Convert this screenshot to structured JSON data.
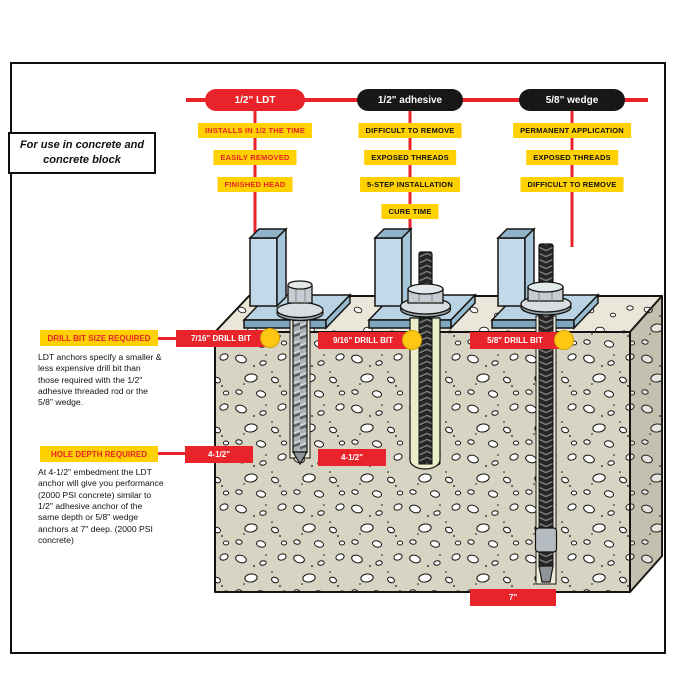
{
  "intro": {
    "line1": "For use in concrete and",
    "line2": "concrete block"
  },
  "columns": [
    {
      "header": "1/2\" LDT",
      "features": [
        "INSTALLS IN 1/2 THE TIME",
        "EASILY REMOVED",
        "FINISHED HEAD"
      ],
      "drill_bit": "7/16\" DRILL BIT",
      "depth": "4-1/2\""
    },
    {
      "header": "1/2\" adhesive",
      "features": [
        "DIFFICULT TO REMOVE",
        "EXPOSED THREADS",
        "5-STEP INSTALLATION",
        "CURE TIME"
      ],
      "drill_bit": "9/16\" DRILL BIT",
      "depth": "4-1/2\""
    },
    {
      "header": "5/8\" wedge",
      "features": [
        "PERMANENT APPLICATION",
        "EXPOSED THREADS",
        "DIFFICULT TO REMOVE"
      ],
      "drill_bit": "5/8\" DRILL BIT",
      "depth": "7\""
    }
  ],
  "callouts": {
    "drill_bit_title": "DRILL BIT SIZE REQUIRED",
    "drill_bit_body": "LDT anchors specify a smaller & less expensive drill bit than those required with the 1/2\" adhesive threaded rod or the 5/8\" wedge.",
    "hole_depth_title": "HOLE DEPTH REQUIRED",
    "hole_depth_body": "At 4-1/2\" embedment the LDT anchor will give you performance (2000 PSI concrete) similar to 1/2\" adhesive anchor of the same depth or 5/8\" wedge anchors at 7\" deep. (2000 PSI concrete)"
  },
  "colors": {
    "accent_red": "#e8232a",
    "accent_yellow": "#ffd100",
    "pill_black": "#171717"
  }
}
